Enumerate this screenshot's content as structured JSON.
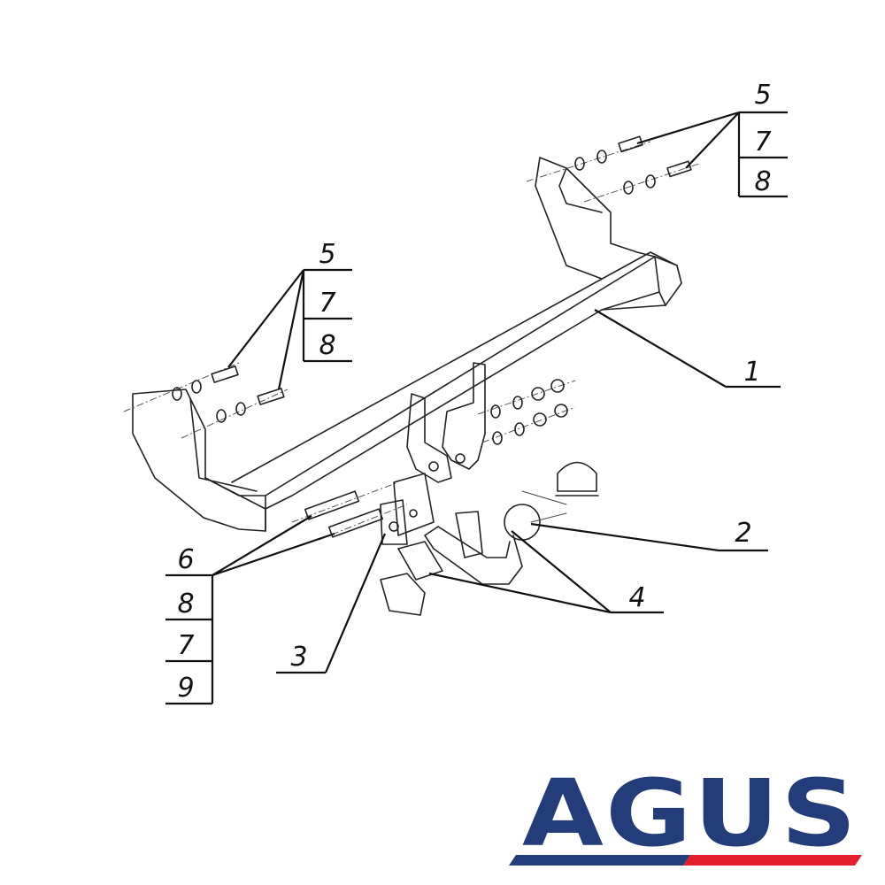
{
  "callouts": {
    "tow_bar": "1",
    "ball": "2",
    "socket_plate": "3",
    "clamp": "4",
    "bolt_top_right": "5",
    "washer_top_right": "7",
    "nut_top_right": "8",
    "bolt_left": "5",
    "washer_left": "7",
    "nut_left": "8",
    "bolt_bottom": "6",
    "nut_bottom": "8",
    "washer_bottom": "7",
    "spring_washer_bottom": "9"
  },
  "logo": {
    "text": "AGUS",
    "colors": {
      "primary": "#233d7b",
      "accent": "#e31e2d"
    }
  }
}
